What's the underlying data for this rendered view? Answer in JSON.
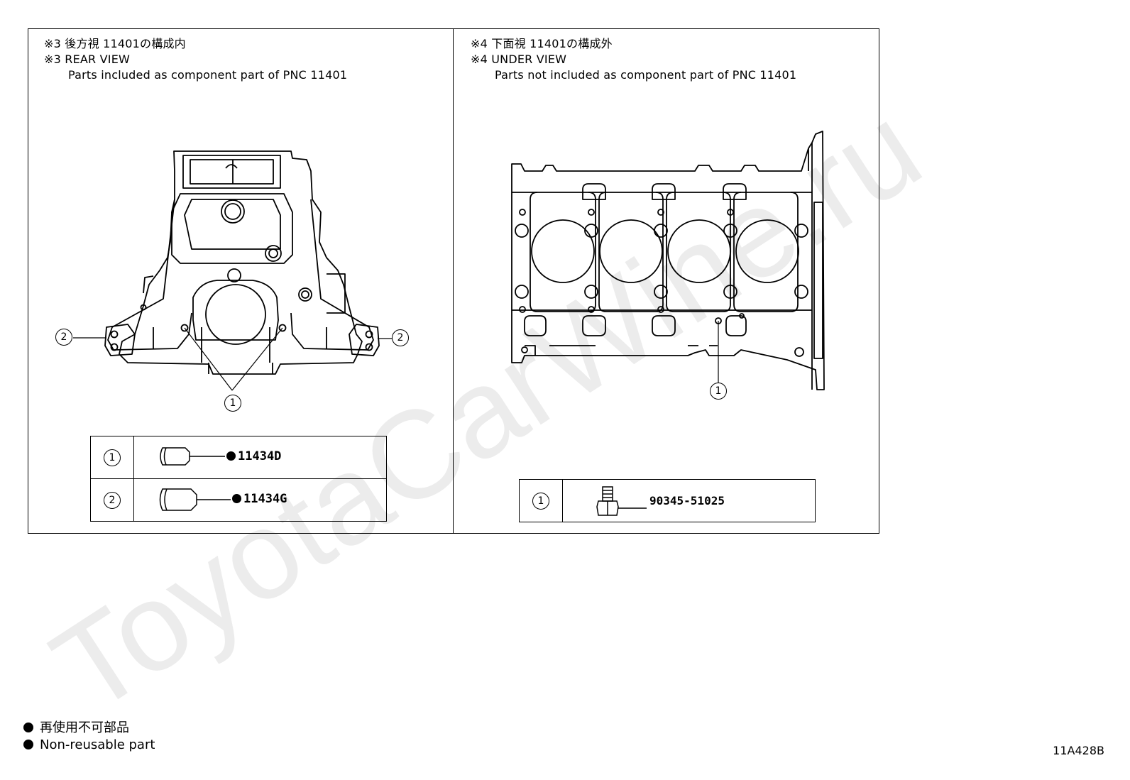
{
  "watermark": "ToyotaCarWine.ru",
  "rear_view": {
    "title_jp": "※3 後方視 11401の構成内",
    "title_en": "※3 REAR VIEW",
    "description": "Parts included as component part of PNC 11401",
    "callouts": [
      "2",
      "2",
      "1"
    ],
    "parts": [
      {
        "ref": "1",
        "part_no": "11434D",
        "non_reusable": true,
        "icon": "pin-icon"
      },
      {
        "ref": "2",
        "part_no": "11434G",
        "non_reusable": true,
        "icon": "pin-icon"
      }
    ]
  },
  "under_view": {
    "title_jp": "※4 下面視 11401の構成外",
    "title_en": "※4 UNDER VIEW",
    "description": "Parts not included as component part of PNC 11401",
    "callouts": [
      "1"
    ],
    "parts": [
      {
        "ref": "1",
        "part_no": "90345-51025",
        "non_reusable": false,
        "icon": "plug-bolt-icon"
      }
    ]
  },
  "legend": {
    "jp": "再使用不可部品",
    "en": "Non-reusable part",
    "marker_icon": "filled-dot-icon"
  },
  "illustration_id": "11A428B"
}
